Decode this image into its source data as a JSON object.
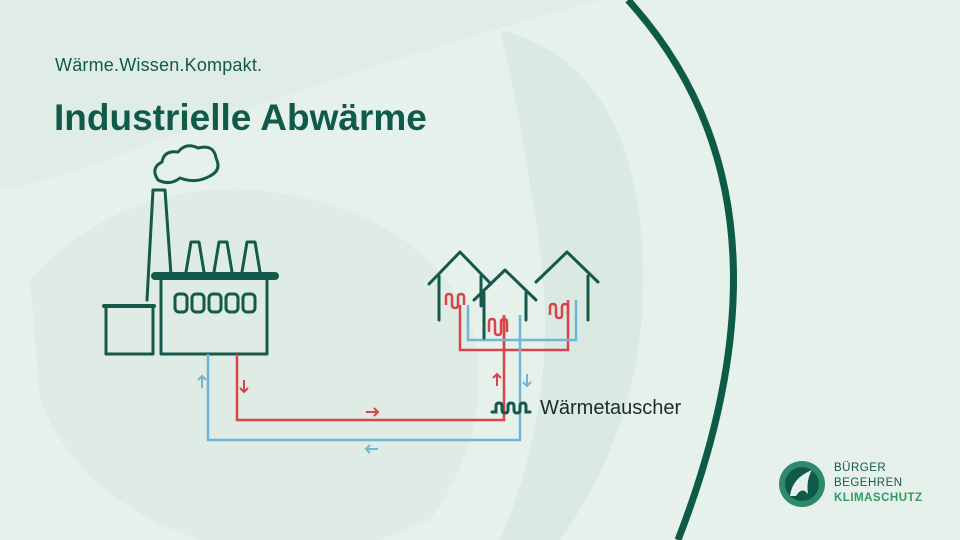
{
  "header": {
    "subtitle": "Wärme.Wissen.Kompakt.",
    "title": "Industrielle Abwärme"
  },
  "diagram": {
    "heat_exchanger_label": "Wärmetauscher",
    "colors": {
      "background": "#e6f1ec",
      "primary_green": "#0f5a48",
      "hot_line": "#d9434a",
      "cold_line": "#6fb6d4",
      "arc": "#0d5a47"
    }
  },
  "logo": {
    "line1": "BÜRGER",
    "line2": "BEGEHREN",
    "line3": "KLIMASCHUTZ",
    "icon": "leaf-swoosh-icon"
  }
}
